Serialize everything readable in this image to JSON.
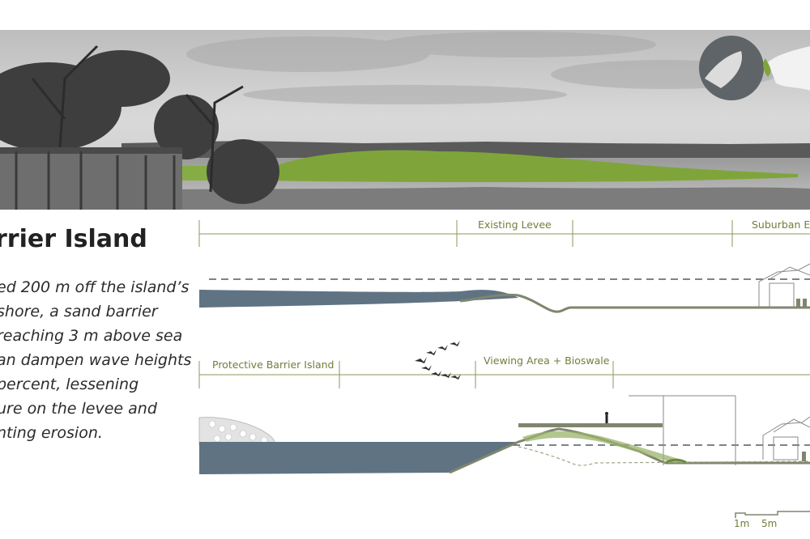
{
  "title": "rrier Island",
  "description_lines": [
    "ed 200 m off the island’s",
    "shore, a sand barrier",
    "reaching 3 m above sea",
    "an dampen wave heights",
    "percent, lessening",
    "ure on the levee and",
    "nting erosion."
  ],
  "section_top": {
    "label_levee": "Existing Levee",
    "label_suburban": "Suburban Ec"
  },
  "section_bottom": {
    "label_barrier": "Protective Barrier Island",
    "label_viewing": "Viewing Area + Bioswale"
  },
  "scale": {
    "label_1m": "1m",
    "label_5m": "5m"
  },
  "colors": {
    "water": "#5f7383",
    "ground": "#7f866e",
    "marsh_green": "#7fa53a",
    "accent_text": "#6f7f3a"
  }
}
